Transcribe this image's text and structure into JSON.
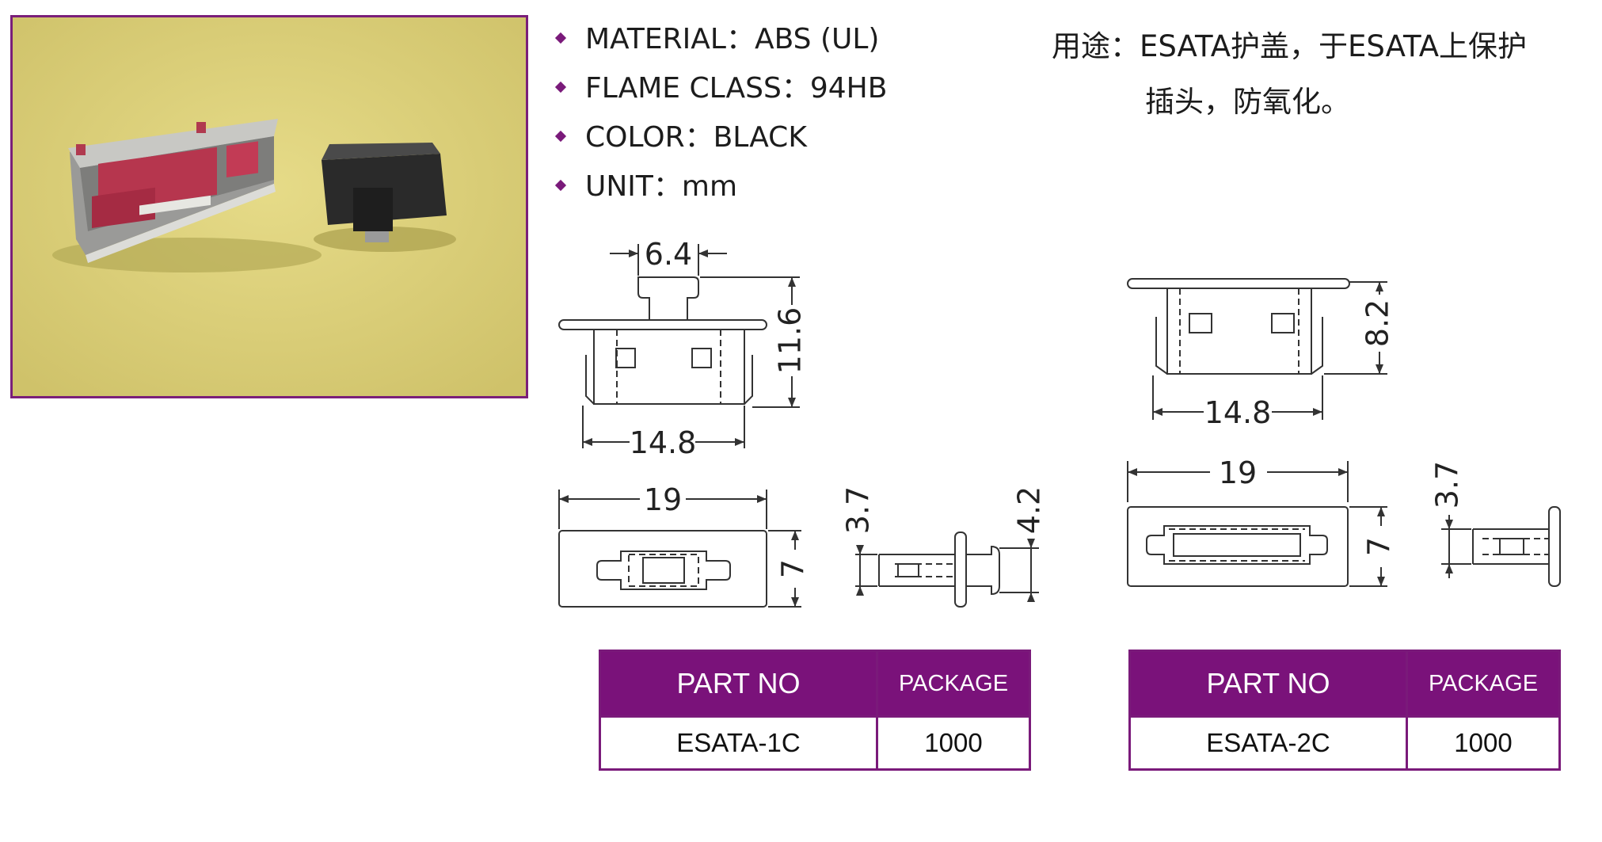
{
  "specs": [
    {
      "label": "MATERIAL：",
      "value": "ABS (UL)"
    },
    {
      "label": "FLAME CLASS：",
      "value": "94HB"
    },
    {
      "label": "COLOR：",
      "value": "BLACK"
    },
    {
      "label": "UNIT：",
      "value": "mm"
    }
  ],
  "usage": {
    "line1": "用途：ESATA护盖，于ESATA上保护",
    "line2": "插头，防氧化。"
  },
  "dimensions_1c": {
    "knob_width": "6.4",
    "height": "11.6",
    "body_width": "14.8",
    "flange_width": "19",
    "flange_height": "7",
    "side_depth": "3.7",
    "side_total": "4.2"
  },
  "dimensions_2c": {
    "height": "8.2",
    "body_width": "14.8",
    "flange_width": "19",
    "flange_height": "7",
    "side_depth": "3.7"
  },
  "tables": [
    {
      "header_part": "PART NO",
      "header_package": "PACKAGE",
      "part": "ESATA-1C",
      "package": "1000"
    },
    {
      "header_part": "PART NO",
      "header_package": "PACKAGE",
      "part": "ESATA-2C",
      "package": "1000"
    }
  ],
  "colors": {
    "accent": "#7a127a",
    "photo_bg": "#ddd17a"
  }
}
